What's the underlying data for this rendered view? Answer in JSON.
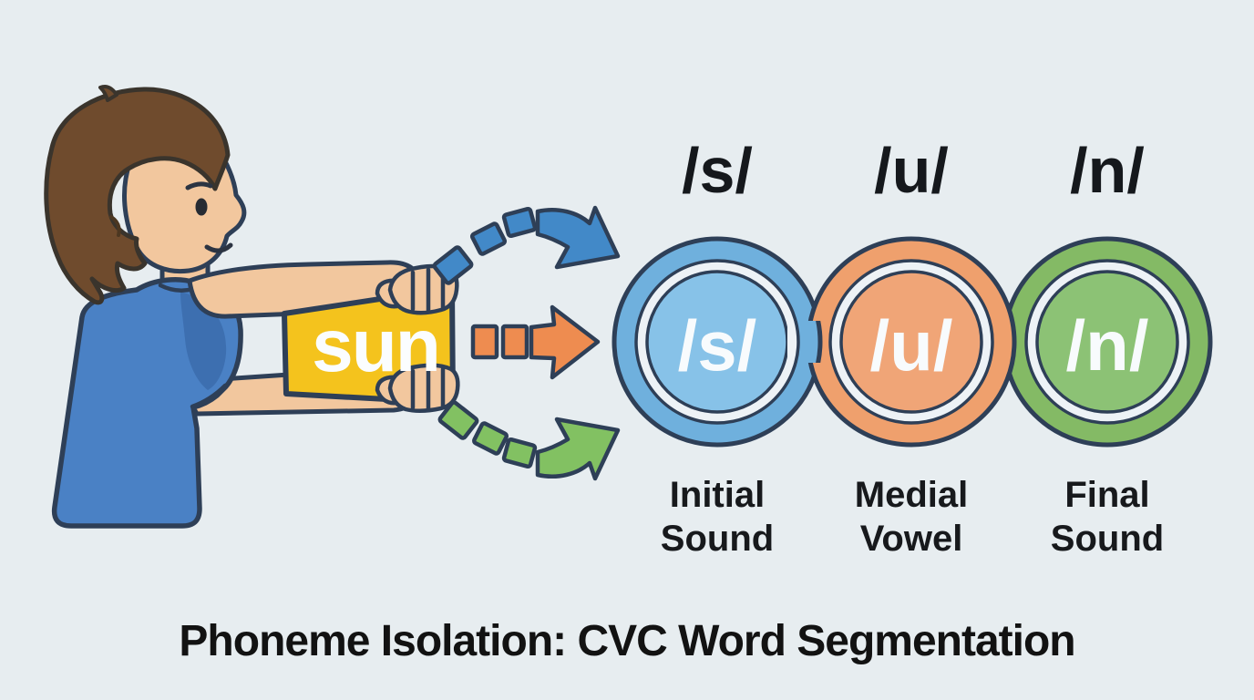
{
  "title": "Phoneme Isolation: CVC Word Segmentation",
  "word_card": {
    "word": "sun"
  },
  "phonemes": [
    {
      "symbol": "/s/",
      "caption_line1": "Initial",
      "caption_line2": "Sound"
    },
    {
      "symbol": "/u/",
      "caption_line1": "Medial",
      "caption_line2": "Vowel"
    },
    {
      "symbol": "/n/",
      "caption_line1": "Final",
      "caption_line2": "Sound"
    }
  ],
  "colors": {
    "background": "#e7edf0",
    "outline": "#2e3f57",
    "card_yellow": "#f4c31d",
    "arrow_blue": "#4289c8",
    "arrow_orange": "#ee8c50",
    "arrow_green": "#82c162",
    "circle_blue_band": "#6fb0dd",
    "circle_blue_inner": "#87c2e8",
    "circle_orange_band": "#efa06d",
    "circle_orange_inner": "#f0a577",
    "circle_green_band": "#84ba65",
    "circle_green_inner": "#8cc275",
    "gap_ring": "#edf2f6",
    "shirt_blue": "#4a81c5",
    "shirt_shade": "#3d6fb0",
    "skin": "#f2c79e",
    "hair_brown": "#6f4b2d",
    "text_dark": "#15181c",
    "text_light": "#f8fbfd"
  }
}
